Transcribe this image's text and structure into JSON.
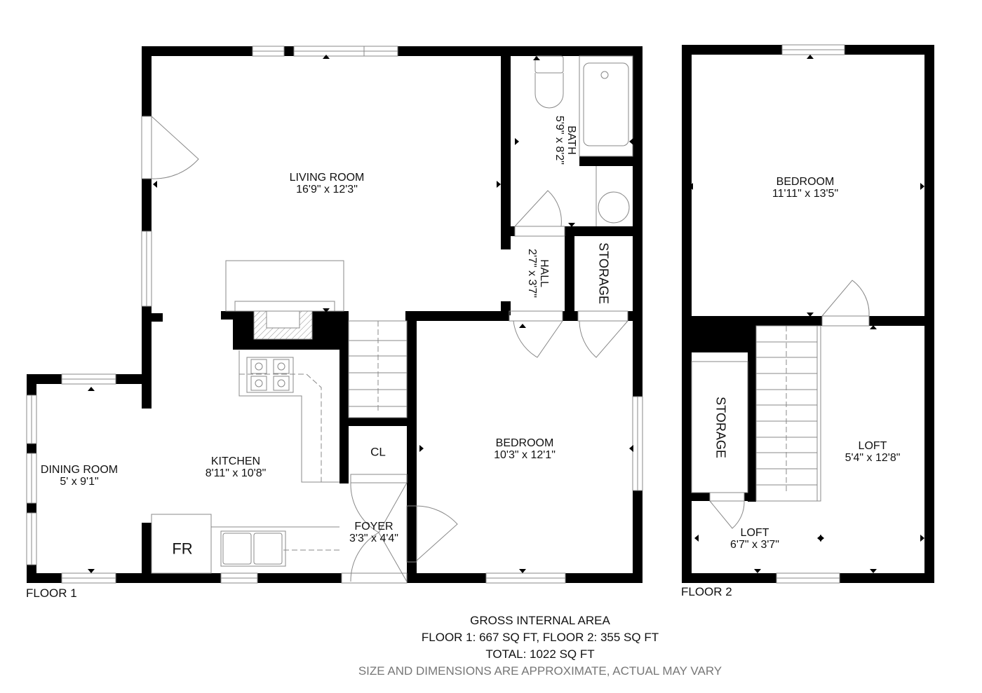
{
  "floor_plan": {
    "floors": [
      {
        "label": "FLOOR 1",
        "rooms": [
          {
            "name": "LIVING ROOM",
            "dims": "16'9\" x 12'3\""
          },
          {
            "name": "BATH",
            "dims": "5'9\" x 8'2\""
          },
          {
            "name": "HALL",
            "dims": "2'7\" x 3'7\""
          },
          {
            "name": "STORAGE",
            "dims": ""
          },
          {
            "name": "KITCHEN",
            "dims": "8'11\" x 10'8\""
          },
          {
            "name": "DINING ROOM",
            "dims": "5' x 9'1\""
          },
          {
            "name": "CL",
            "dims": ""
          },
          {
            "name": "FOYER",
            "dims": "3'3\" x 4'4\""
          },
          {
            "name": "BEDROOM",
            "dims": "10'3\" x 12'1\""
          },
          {
            "name": "FR",
            "dims": ""
          }
        ]
      },
      {
        "label": "FLOOR 2",
        "rooms": [
          {
            "name": "BEDROOM",
            "dims": "11'11\" x 13'5\""
          },
          {
            "name": "STORAGE",
            "dims": ""
          },
          {
            "name": "LOFT",
            "dims": "5'4\" x 12'8\""
          },
          {
            "name": "LOFT",
            "dims": "6'7\" x 3'7\""
          }
        ]
      }
    ],
    "summary": {
      "title": "GROSS INTERNAL AREA",
      "floors_line": "FLOOR 1: 667 SQ FT, FLOOR 2: 355 SQ FT",
      "total_line": "TOTAL: 1022 SQ FT",
      "disclaimer": "SIZE AND DIMENSIONS ARE APPROXIMATE, ACTUAL MAY VARY"
    },
    "colors": {
      "wall": "#000000",
      "line": "#888888",
      "disclaimer": "#777777"
    }
  }
}
